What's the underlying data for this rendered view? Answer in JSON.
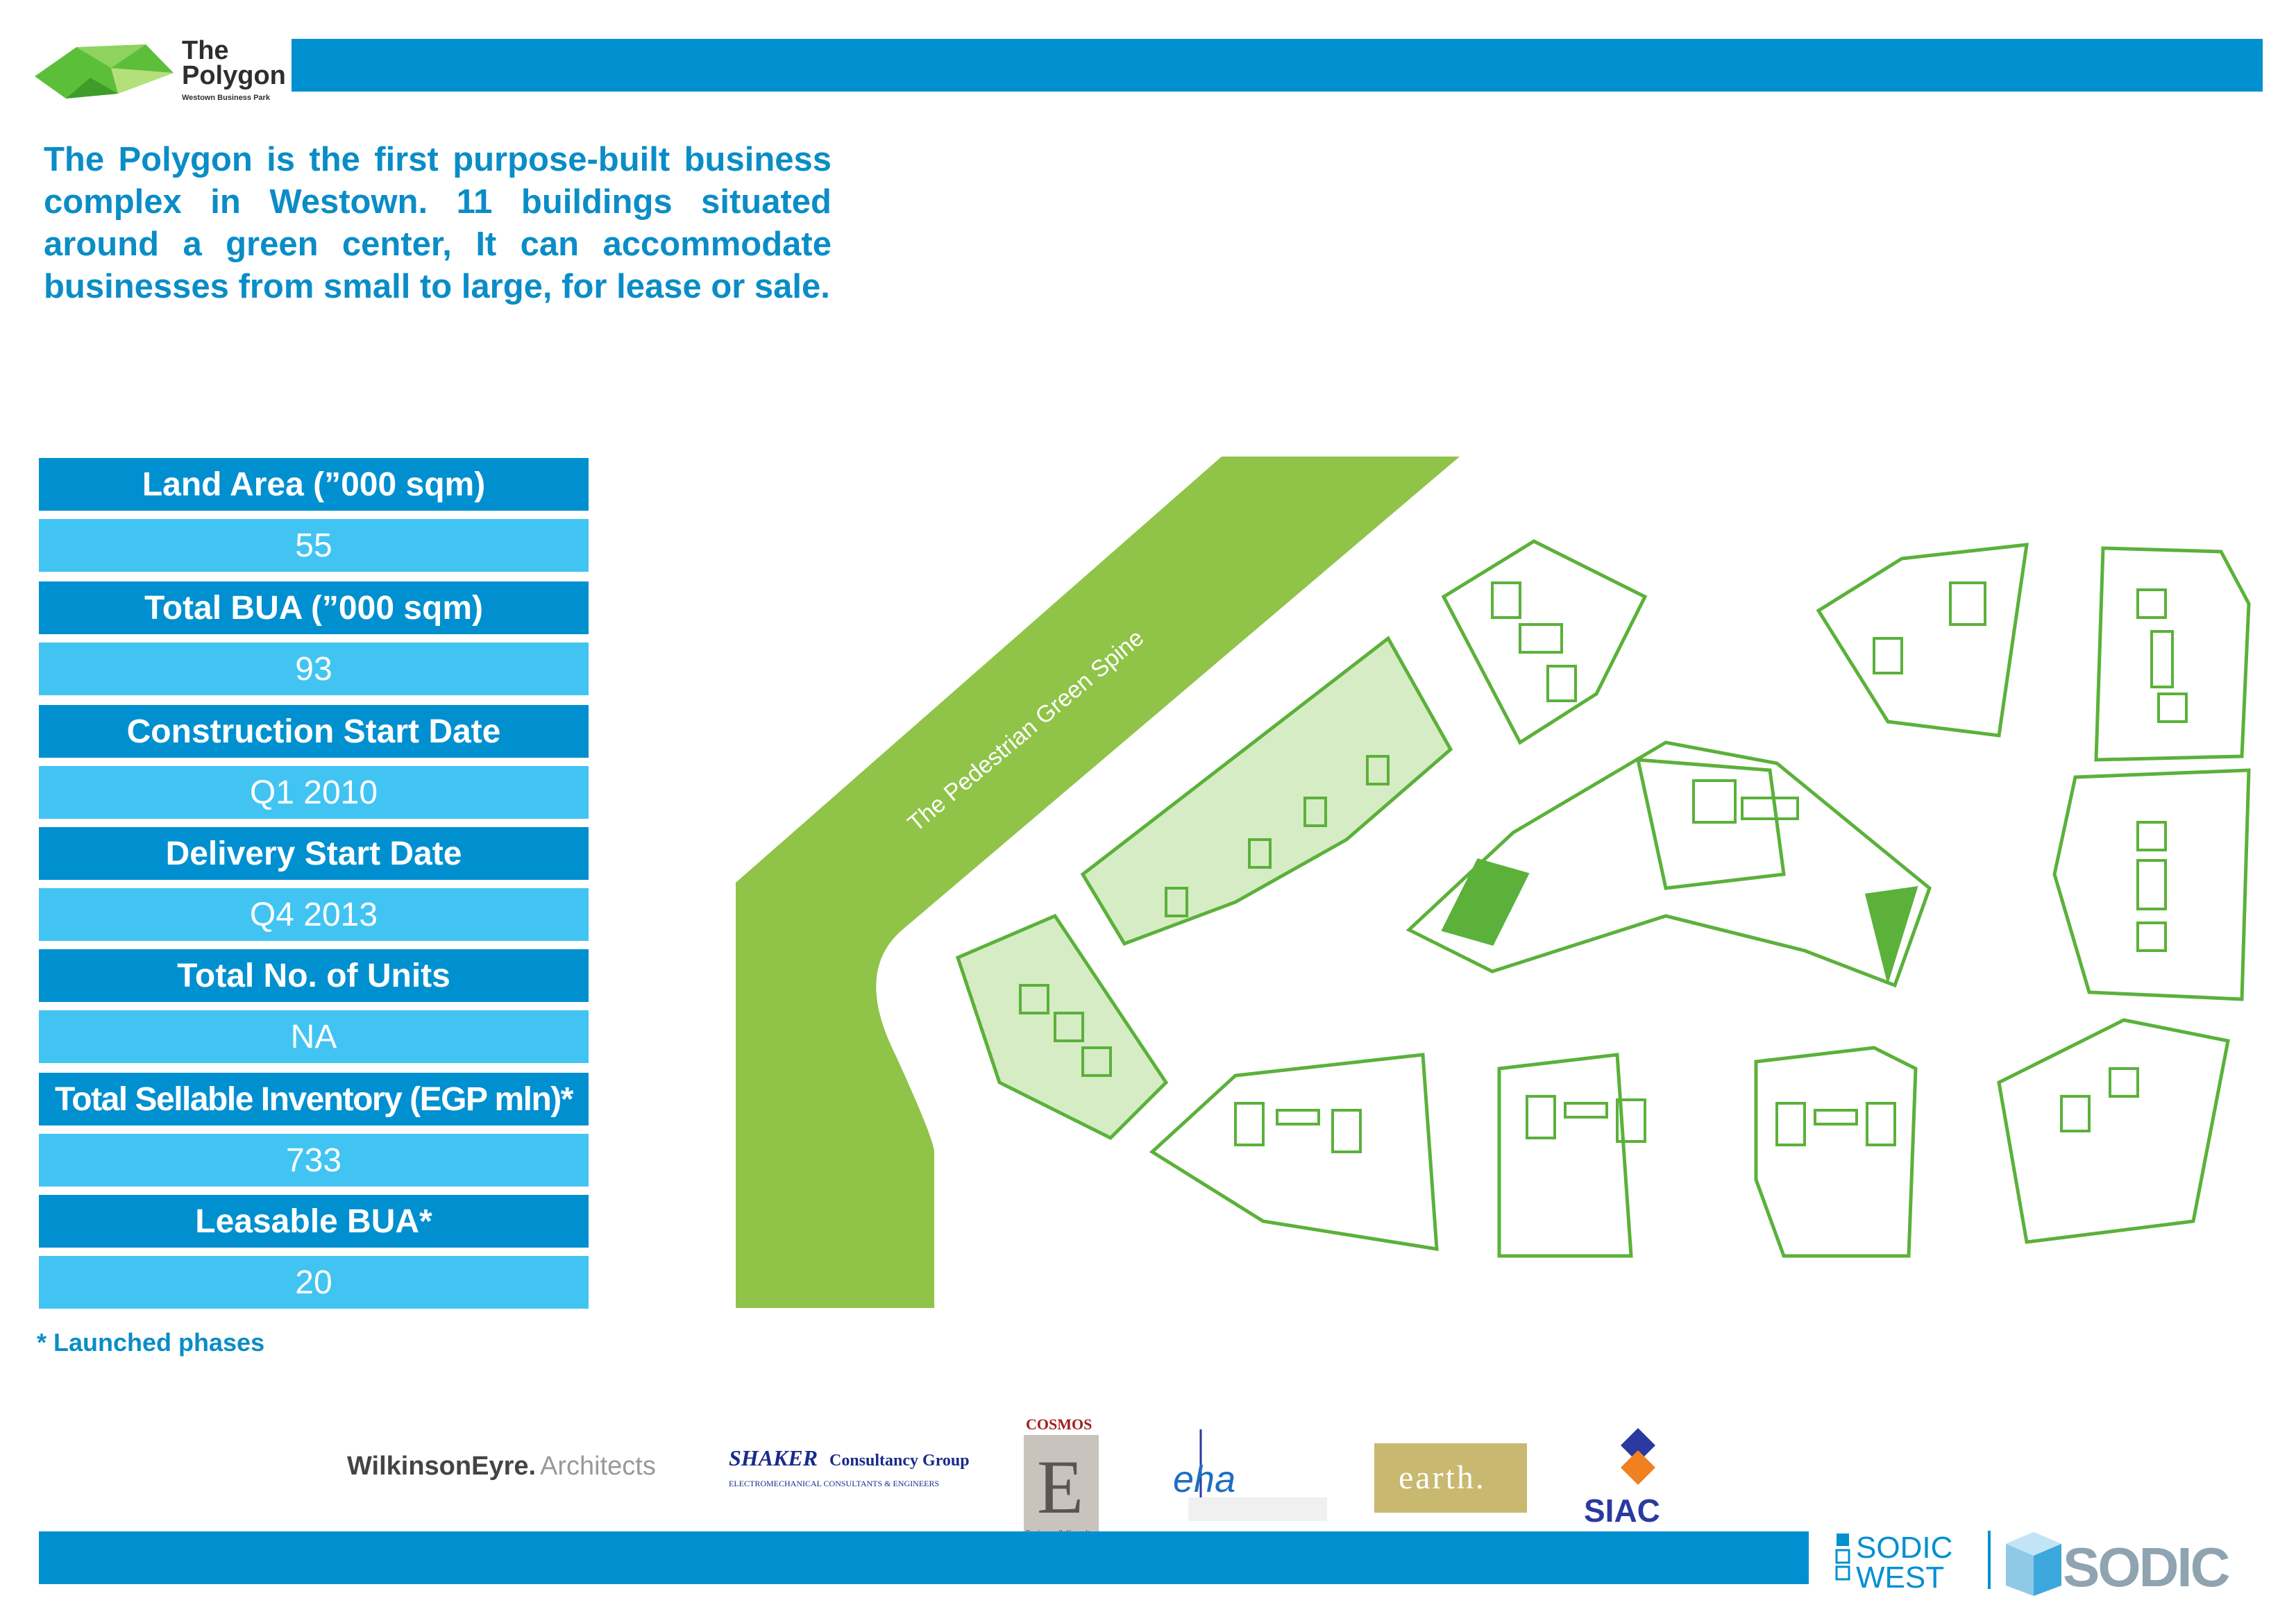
{
  "brand": {
    "title_line1": "The",
    "title_line2": "Polygon",
    "subtitle": "Westown Business Park",
    "green": "#5bbf3a",
    "blue": "#0090d0",
    "light_blue": "#42c4f2"
  },
  "intro": "The Polygon is the first purpose-built business complex in Westown. 11 buildings situated around a green center, It can accommodate businesses from small to large, for lease or sale.",
  "table": [
    {
      "label": "Land Area (”000 sqm)",
      "value": "55"
    },
    {
      "label": "Total BUA  (”000 sqm)",
      "value": "93"
    },
    {
      "label": "Construction Start Date",
      "value": "Q1 2010"
    },
    {
      "label": "Delivery Start Date",
      "value": "Q4 2013"
    },
    {
      "label": "Total No. of Units",
      "value": "NA"
    },
    {
      "label": "Total Sellable Inventory (EGP mln)*",
      "value": "733"
    },
    {
      "label": "Leasable BUA*",
      "value": "20"
    }
  ],
  "footnote": "* Launched phases",
  "siteplan": {
    "spine_label": "The Pedestrian Green Spine"
  },
  "partners": {
    "wilkinson_1": "WilkinsonEyre.",
    "wilkinson_2": "Architects",
    "shaker_1": "SHAKER",
    "shaker_2": "Consultancy Group",
    "shaker_3": "ELECTROMECHANICAL CONSULTANTS & ENGINEERS",
    "cosmos": "COSMOS",
    "cosmos_letter": "E",
    "cosmos_sub": "Engineers & Consultants",
    "eha": "eha",
    "earth": "earth.",
    "siac": "SIAC"
  },
  "sodic": {
    "west_1": "SODIC",
    "west_2": "WEST",
    "main": "SODIC"
  }
}
